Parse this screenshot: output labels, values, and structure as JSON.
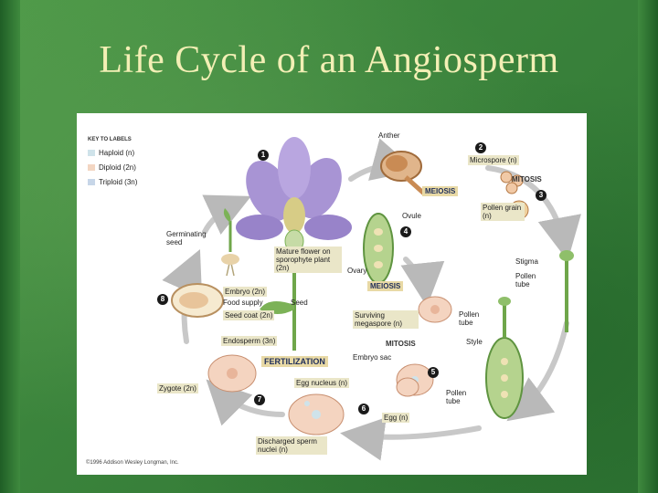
{
  "title": "Life Cycle of an Angiosperm",
  "key": {
    "heading": "KEY TO LABELS",
    "items": [
      {
        "label": "Haploid (n)",
        "color": "#cfe3ea"
      },
      {
        "label": "Diploid (2n)",
        "color": "#f3d6c2"
      },
      {
        "label": "Triploid (3n)",
        "color": "#c7d6e8"
      }
    ]
  },
  "labels": {
    "anther": "Anther",
    "microspore": "Microspore (n)",
    "mitosis_top": "MITOSIS",
    "meiosis_top": "MEIOSIS",
    "pollen_grain": "Pollen grain (n)",
    "ovule": "Ovule",
    "germinating_seed": "Germinating seed",
    "mature_flower": "Mature flower on sporophyte plant (2n)",
    "ovary": "Ovary",
    "stigma": "Stigma",
    "pollen_tube_1": "Pollen tube",
    "embryo": "Embryo (2n)",
    "food_supply": "Food supply",
    "seed_coat": "Seed coat (2n)",
    "seed": "Seed",
    "meiosis_mid": "MEIOSIS",
    "surviving_megaspore": "Surviving megaspore (n)",
    "pollen_tube_2": "Pollen tube",
    "style": "Style",
    "endosperm": "Endosperm (3n)",
    "mitosis_mid": "MITOSIS",
    "fertilization": "FERTILIZATION",
    "embryo_sac": "Embryo sac",
    "egg_nucleus": "Egg nucleus (n)",
    "zygote": "Zygote (2n)",
    "pollen_tube_3": "Pollen tube",
    "egg": "Egg (n)",
    "discharged_sperm": "Discharged sperm nuclei (n)"
  },
  "steps": [
    "1",
    "2",
    "3",
    "4",
    "5",
    "6",
    "7",
    "8"
  ],
  "copyright": "©1996 Addison Wesley Longman, Inc."
}
